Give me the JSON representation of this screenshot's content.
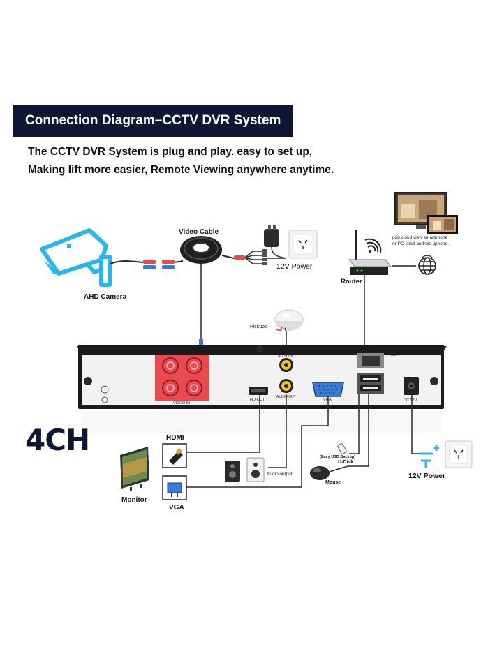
{
  "title": "Connection Diagram–CCTV DVR System",
  "intro": {
    "line1": "The CCTV DVR System is plug and play. easy to set up,",
    "line2": "Making lift more easier, Remote Viewing anywhere anytime."
  },
  "labels": {
    "video_cable": "Video Cable",
    "power_top": "12V Power",
    "ahd_camera": "AHD Camera",
    "router": "Router",
    "p2p_line1": "p2p cloud view smartphone",
    "p2p_line2": "or PC ,ipad android ,iphone.",
    "pickups": "Pickups",
    "video_in": "VIDEO IN",
    "hd_out": "HD-OUT",
    "audio_in": "AUDIO IN",
    "audio_out": "AUDIO OUT",
    "vga_port": "VGA",
    "lan": "LAN",
    "dc12v": "DC 12V",
    "ch_count": "4CH",
    "hdmi": "HDMI",
    "vga": "VGA",
    "monitor": "Monitor",
    "audio_output": "Audio output",
    "usb_backup": "(Easy USB Backup)",
    "udisk": "U-Disk",
    "mouse": "Mouse",
    "power_right": "12V Power"
  },
  "colors": {
    "title_bg": "#0f1633",
    "camera": "#29b6e8",
    "bnc_red": "#e84a4f",
    "dvr_panel": "#1c1c1f",
    "wire": "#2a2a2a"
  }
}
